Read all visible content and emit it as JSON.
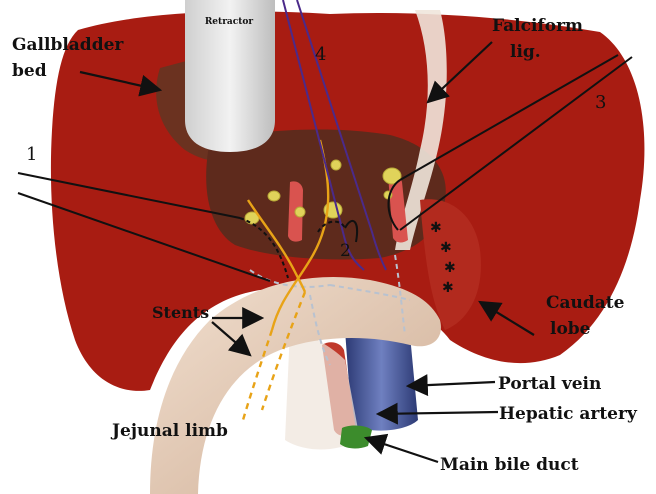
{
  "labels": {
    "retractor": "Retractor",
    "gallbladder_bed_1": "Gallbladder",
    "gallbladder_bed_2": "bed",
    "falciform_1": "Falciform",
    "falciform_2": "lig.",
    "caudate_1": "Caudate",
    "caudate_2": "lobe",
    "stents": "Stents",
    "jejunal_limb": "Jejunal limb",
    "portal_vein": "Portal vein",
    "hepatic_artery": "Hepatic artery",
    "main_bile_duct": "Main bile duct"
  },
  "numbers": {
    "n1": "1",
    "n2": "2",
    "n3": "3",
    "n4": "4"
  },
  "colors": {
    "liver": "#a81c12",
    "bed": "#6b3220",
    "jejunum": "#e2c9b3",
    "portal_vein": "#3d4f8f",
    "hepatic_artery": "#c0392b",
    "stent": "#e8a317",
    "suture": "#4b2a8a",
    "bile_duct": "#3c8c2c"
  }
}
